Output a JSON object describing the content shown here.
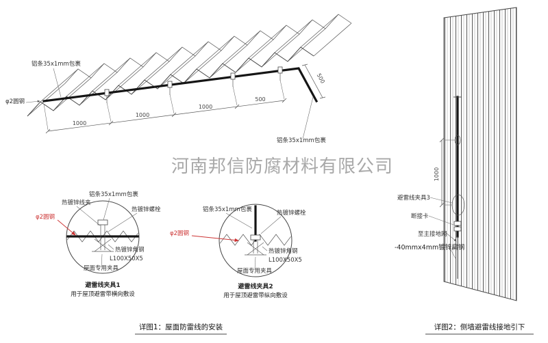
{
  "watermark": "河南邦信防腐材料有限公司",
  "roof": {
    "strip_label_top": "铝条35x1mm包裹",
    "strip_label_right": "铝条35x1mm包裹",
    "rod_label": "φ2圆钢",
    "dims": [
      "1000",
      "1000",
      "1000",
      "500"
    ],
    "dim_right": "500"
  },
  "detail1": {
    "labels": {
      "wire_clip": "热镀锌线夹",
      "strip": "铝条35x1mm包裹",
      "bolt": "热镀锌螺栓",
      "rod": "φ2圆钢",
      "angle_steel": "热镀锌角钢",
      "angle_size": "L100X50X5",
      "roof_clamp": "屋面专用夹具"
    },
    "title": "避雷线夹具1",
    "subtitle": "用于屋顶避雷带横向敷设"
  },
  "detail2": {
    "labels": {
      "strip": "铝条35x1mm包裹",
      "bolt": "热镀锌螺栓",
      "rod": "φ2圆钢",
      "angle_steel": "热镀锌角钢",
      "angle_size": "L100X50X5",
      "roof_clamp": "屋面专用夹具"
    },
    "title": "避雷线夹具2",
    "subtitle": "用于屋顶避雷带纵向敷设"
  },
  "wall": {
    "dim": "1000",
    "labels": {
      "clamp3": "避雷线夹具3",
      "disconnect": "断接卡",
      "to_ground": "至主接地网",
      "flat_steel": "-40mmx4mm镀锌扁钢"
    }
  },
  "captions": {
    "detail1": "详图1：屋面防雷线的安装",
    "detail2": "详图2：侧墙避雷线接地引下"
  },
  "colors": {
    "ink": "#404040",
    "red": "#cc3333",
    "watermark": "#9a9a9a"
  }
}
